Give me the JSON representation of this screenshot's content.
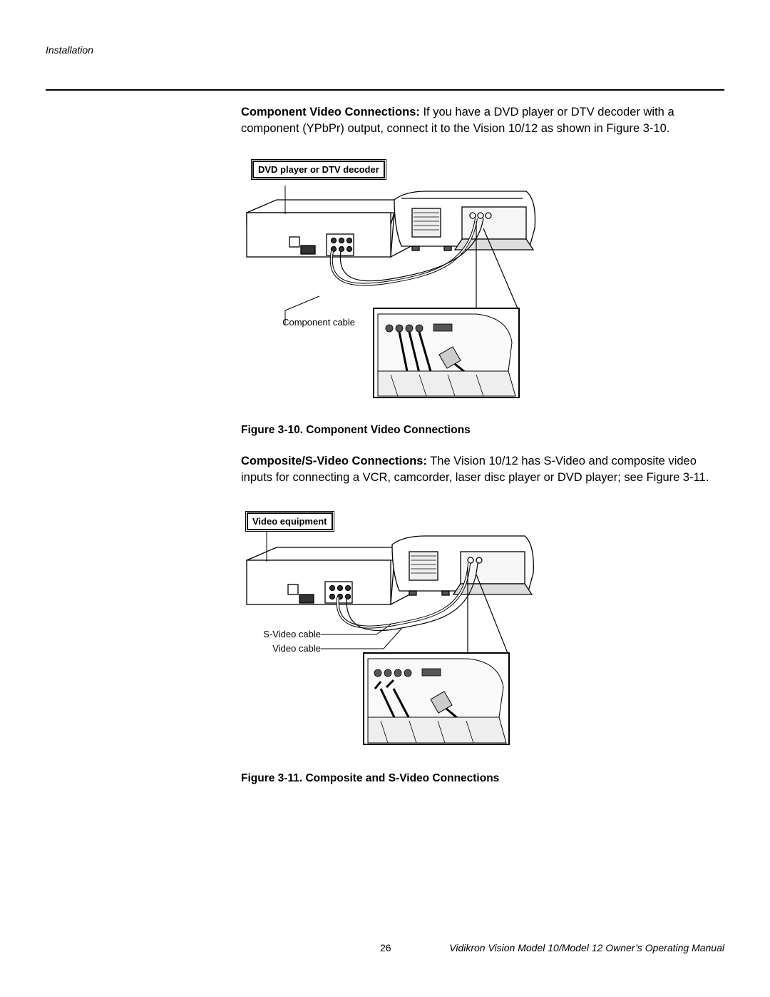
{
  "header": {
    "section": "Installation"
  },
  "component_para": {
    "lead": "Component Video Connections:",
    "text": " If you have a DVD player or DTV decoder with a component (YPbPr) output, connect it to the Vision 10/12 as shown in Figure 3-10."
  },
  "figure1": {
    "callout": "DVD player or DTV decoder",
    "cable_label": "Component cable",
    "caption": "Figure 3-10. Component Video Connections"
  },
  "composite_para": {
    "lead": "Composite/S-Video Connections:",
    "text": " The Vision 10/12 has S-Video and composite video inputs for connecting a VCR, camcorder, laser disc player or DVD player; see Figure 3-11."
  },
  "figure2": {
    "callout": "Video equipment",
    "svideo_label": "S-Video cable",
    "video_label": "Video cable",
    "caption": "Figure 3-11. Composite and S-Video Connections"
  },
  "footer": {
    "page_number": "26",
    "manual_title": "Vidikron Vision Model 10/Model 12 Owner’s Operating Manual"
  }
}
